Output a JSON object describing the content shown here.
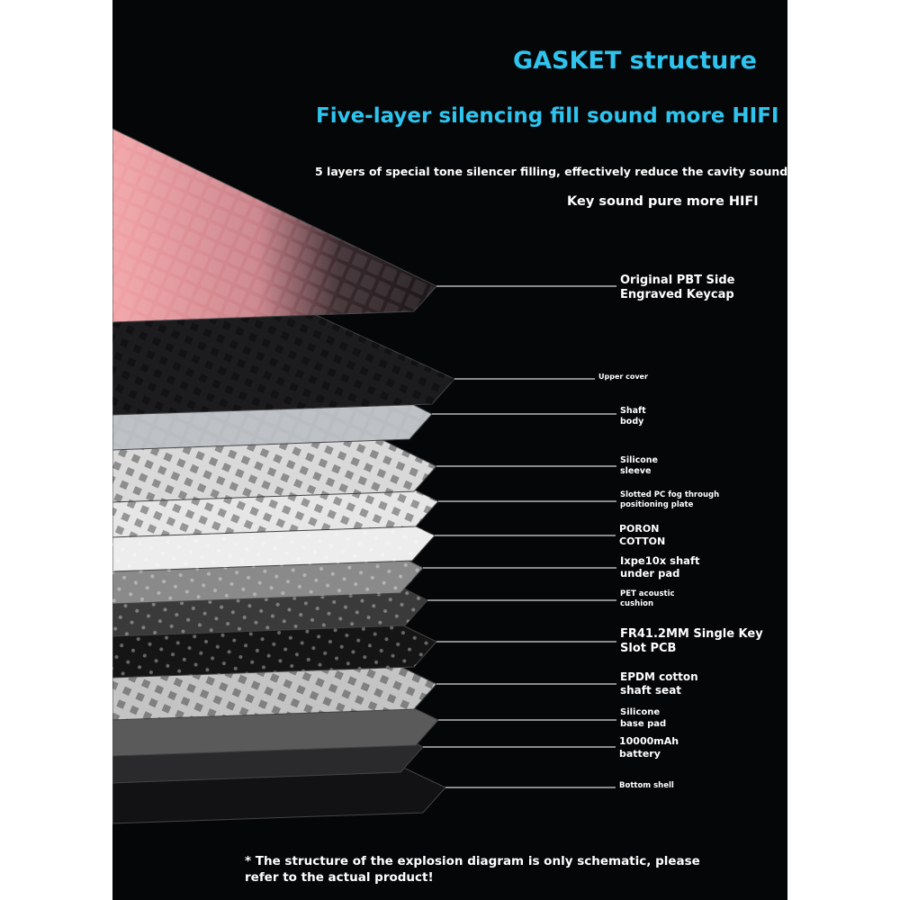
{
  "heading": {
    "title": "GASKET structure",
    "subtitle": "Five-layer silencing fill sound more HIFI",
    "description": "5 layers of special tone silencer filling, effectively reduce the cavity sound",
    "tagline": "Key sound pure more HIFI"
  },
  "colors": {
    "accent": "#2ec4ee",
    "background": "#050608",
    "keycap_pink": "#f0a0a0",
    "keycap_dark": "#2a2426"
  },
  "layers": [
    {
      "lines": [
        "Original PBT Side",
        "Engraved Keycap"
      ],
      "size": 13
    },
    {
      "lines": [
        "Upper cover"
      ],
      "size": 8
    },
    {
      "lines": [
        "Shaft",
        "body"
      ],
      "size": 9.5
    },
    {
      "lines": [
        "Silicone",
        "sleeve"
      ],
      "size": 9.5
    },
    {
      "lines": [
        "Slotted PC fog through",
        "positioning plate"
      ],
      "size": 8.5
    },
    {
      "lines": [
        "PORON",
        "COTTON"
      ],
      "size": 11
    },
    {
      "lines": [
        "Ixpe10x shaft",
        "under pad"
      ],
      "size": 11.5
    },
    {
      "lines": [
        "PET acoustic",
        "cushion"
      ],
      "size": 8.5
    },
    {
      "lines": [
        "FR41.2MM Single Key",
        "Slot PCB"
      ],
      "size": 13
    },
    {
      "lines": [
        "EPDM cotton",
        "shaft seat"
      ],
      "size": 12
    },
    {
      "lines": [
        "Silicone",
        "base pad"
      ],
      "size": 10
    },
    {
      "lines": [
        "10000mAh",
        "battery"
      ],
      "size": 11
    },
    {
      "lines": [
        "Bottom shell"
      ],
      "size": 8.5
    }
  ],
  "footnote": [
    "* The structure of the explosion diagram is only schematic, please",
    "refer to the actual product!"
  ]
}
